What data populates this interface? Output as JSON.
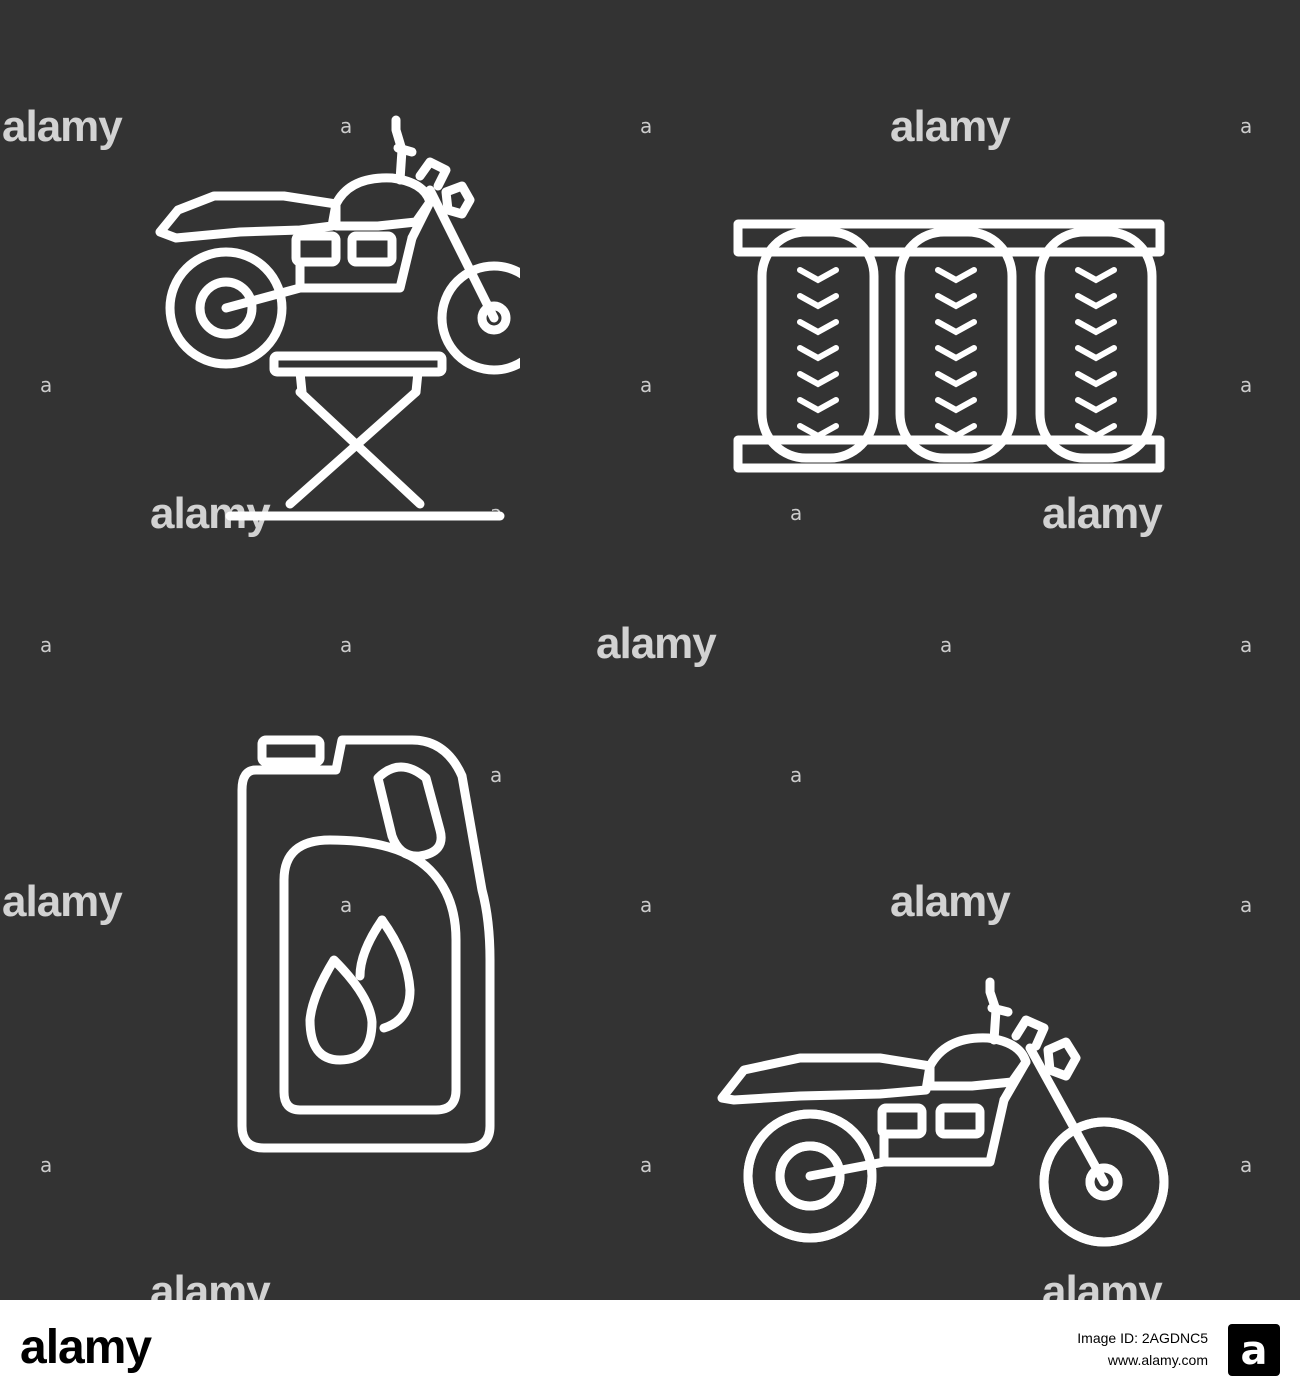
{
  "colors": {
    "board": "#333333",
    "chalk": "#ffffff",
    "footer": "#ffffff",
    "footer_text": "#000000"
  },
  "icons": [
    "motorcycle-lift-icon",
    "tires-rack-icon",
    "oil-canister-icon",
    "motorcycle-icon"
  ],
  "watermark": {
    "text": "alamy",
    "mark": "a"
  },
  "footer": {
    "logo": "alamy",
    "image_id": "Image ID: 2AGDNC5",
    "url": "www.alamy.com",
    "mark": "a"
  }
}
